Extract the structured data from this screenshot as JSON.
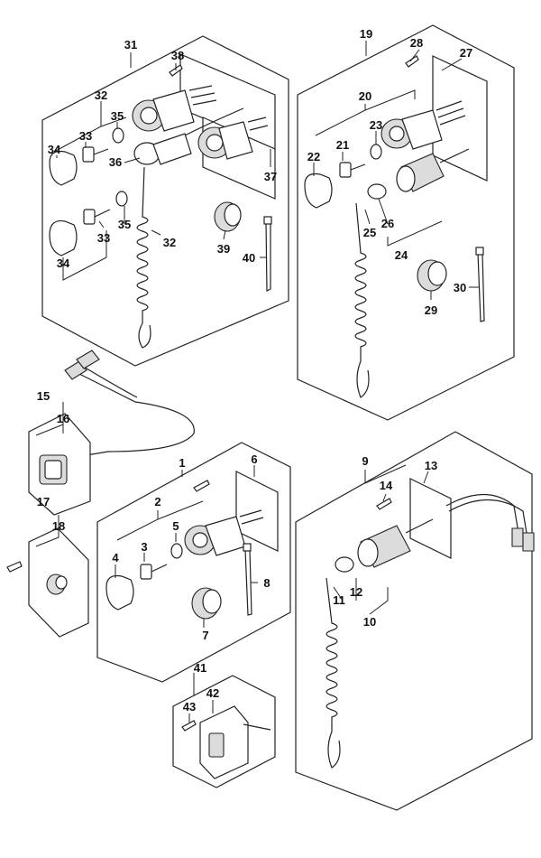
{
  "callouts": {
    "n1": "1",
    "n2": "2",
    "n3": "3",
    "n4": "4",
    "n5": "5",
    "n6": "6",
    "n7": "7",
    "n8": "8",
    "n9": "9",
    "n10": "10",
    "n11": "11",
    "n12": "12",
    "n13": "13",
    "n14": "14",
    "n15": "15",
    "n16": "16",
    "n17": "17",
    "n18": "18",
    "n19": "19",
    "n20": "20",
    "n21": "21",
    "n22": "22",
    "n23": "23",
    "n24": "24",
    "n25": "25",
    "n26": "26",
    "n27": "27",
    "n28": "28",
    "n29": "29",
    "n30": "30",
    "n31": "31",
    "n32": "32",
    "n33": "33",
    "n34": "34",
    "n35": "35",
    "n36": "36",
    "n37": "37",
    "n38": "38",
    "n39": "39",
    "n40": "40",
    "n41": "41",
    "n42": "42",
    "n43": "43"
  }
}
